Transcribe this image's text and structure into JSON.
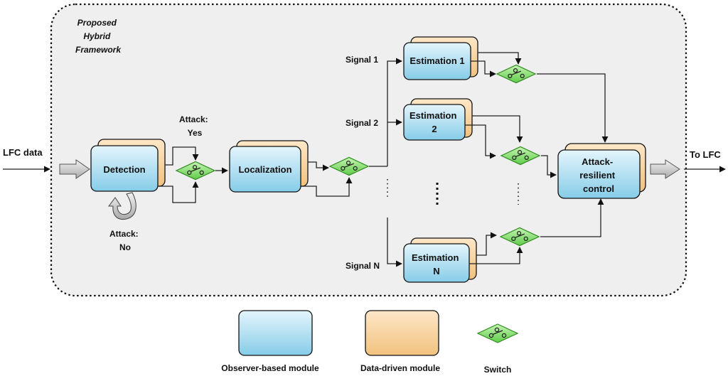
{
  "framework": {
    "title_lines": [
      "Proposed",
      "Hybrid",
      "Framework"
    ]
  },
  "io": {
    "input_label": "LFC data",
    "output_label": "To LFC"
  },
  "detection": {
    "label": "Detection"
  },
  "attack_yes": {
    "lines": [
      "Attack:",
      "Yes"
    ]
  },
  "attack_no": {
    "lines": [
      "Attack:",
      "No"
    ]
  },
  "localization": {
    "label": "Localization"
  },
  "signals": [
    "Signal 1",
    "Signal 2",
    "Signal N"
  ],
  "estimations": [
    {
      "lines": [
        "Estimation 1"
      ]
    },
    {
      "lines": [
        "Estimation",
        "2"
      ]
    },
    {
      "lines": [
        "Estimation",
        "N"
      ]
    }
  ],
  "resilient_control": {
    "lines": [
      "Attack-",
      "resilient",
      "control"
    ]
  },
  "legend": {
    "observer": "Observer-based module",
    "data_driven": "Data-driven module",
    "switch": "Switch"
  },
  "colors": {
    "observer_top": "#e4f5fc",
    "observer_bottom": "#86cce8",
    "data_top": "#fde7c8",
    "data_bottom": "#f2c27e",
    "switch_fill": "#8fe07a",
    "frame_bg": "#efefef"
  }
}
